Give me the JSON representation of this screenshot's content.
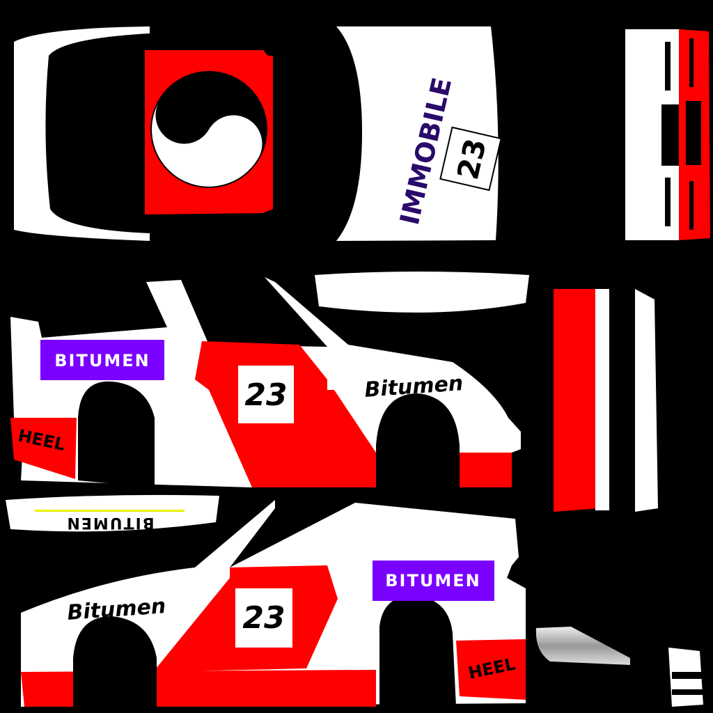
{
  "title": "Car livery texture",
  "colors": {
    "background": "#000000",
    "body": "#ffffff",
    "accent_red": "#ff0000",
    "sponsor_purple": "#7a00ff",
    "immobile_text": "#2a0a6a",
    "stripe_yellow": "#e8f000"
  },
  "roof": {
    "emblem": "yin-yang-icon"
  },
  "hood": {
    "sponsor": "IMMOBILE",
    "number": "23"
  },
  "side_left": {
    "sponsor_box": "BITUMEN",
    "number": "23",
    "curved_sponsor": "Bitumen",
    "rear_sponsor": "HEEL"
  },
  "side_right": {
    "sponsor_box": "BITUMEN",
    "number": "23",
    "curved_sponsor": "Bitumen",
    "rear_sponsor": "HEEL"
  },
  "spoiler": {
    "sponsor_mirrored": "BITUMEN"
  }
}
